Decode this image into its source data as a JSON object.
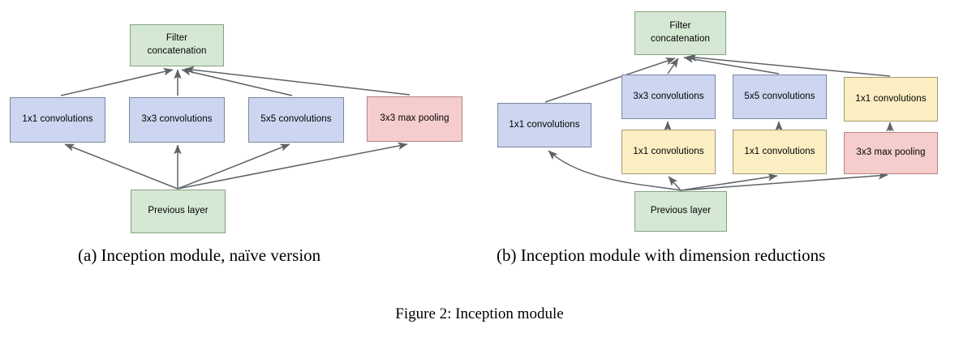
{
  "figure": {
    "caption": "Figure 2:  Inception module",
    "colors": {
      "green": "#d5e8d4",
      "blue": "#ccd6f0",
      "yellow": "#fbeec3",
      "red": "#f5cdcd",
      "stroke": "#5f6368",
      "background": "#ffffff"
    }
  },
  "panel_a": {
    "subcaption": "(a)  Inception module, naïve version",
    "nodes": {
      "filter_concatenation": {
        "line1": "Filter",
        "line2": "concatenation"
      },
      "conv_1x1": "1x1 convolutions",
      "conv_3x3": "3x3 convolutions",
      "conv_5x5": "5x5 convolutions",
      "maxpool_3x3": "3x3 max pooling",
      "previous_layer": "Previous layer"
    }
  },
  "panel_b": {
    "subcaption": "(b)  Inception module with dimension reductions",
    "nodes": {
      "filter_concatenation": {
        "line1": "Filter",
        "line2": "concatenation"
      },
      "conv_1x1_left": "1x1 convolutions",
      "conv_3x3": "3x3 convolutions",
      "reduce_1x1_for_3x3": "1x1 convolutions",
      "conv_5x5": "5x5 convolutions",
      "reduce_1x1_for_5x5": "1x1 convolutions",
      "conv_1x1_after_pool": "1x1 convolutions",
      "maxpool_3x3": "3x3 max pooling",
      "previous_layer": "Previous layer"
    }
  }
}
